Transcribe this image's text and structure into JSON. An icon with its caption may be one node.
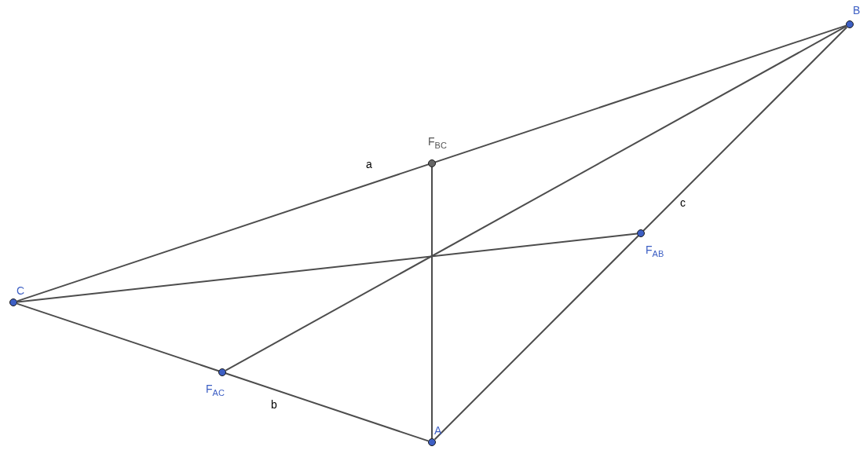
{
  "diagram": {
    "nodes": [
      {
        "text": [
          "C"
        ]
      },
      {
        "text": [
          "B"
        ]
      },
      {
        "text": [
          "A"
        ]
      },
      {
        "text": [
          "F$_{BC}$"
        ]
      },
      {
        "text": [
          "F$_{AB}$"
        ]
      },
      {
        "text": [
          "F$_{AC}$"
        ]
      }
    ],
    "edges": [
      {
        "from": 0,
        "to": 1,
        "arrow": "none",
        "label": "a"
      },
      {
        "from": 0,
        "to": 2,
        "arrow": "none",
        "label": "b"
      },
      {
        "from": 2,
        "to": 1,
        "arrow": "none",
        "label": "c"
      },
      {
        "from": 2,
        "to": 3,
        "arrow": "none"
      },
      {
        "from": 1,
        "to": 5,
        "arrow": "none"
      },
      {
        "from": 0,
        "to": 4,
        "arrow": "none"
      }
    ]
  }
}
